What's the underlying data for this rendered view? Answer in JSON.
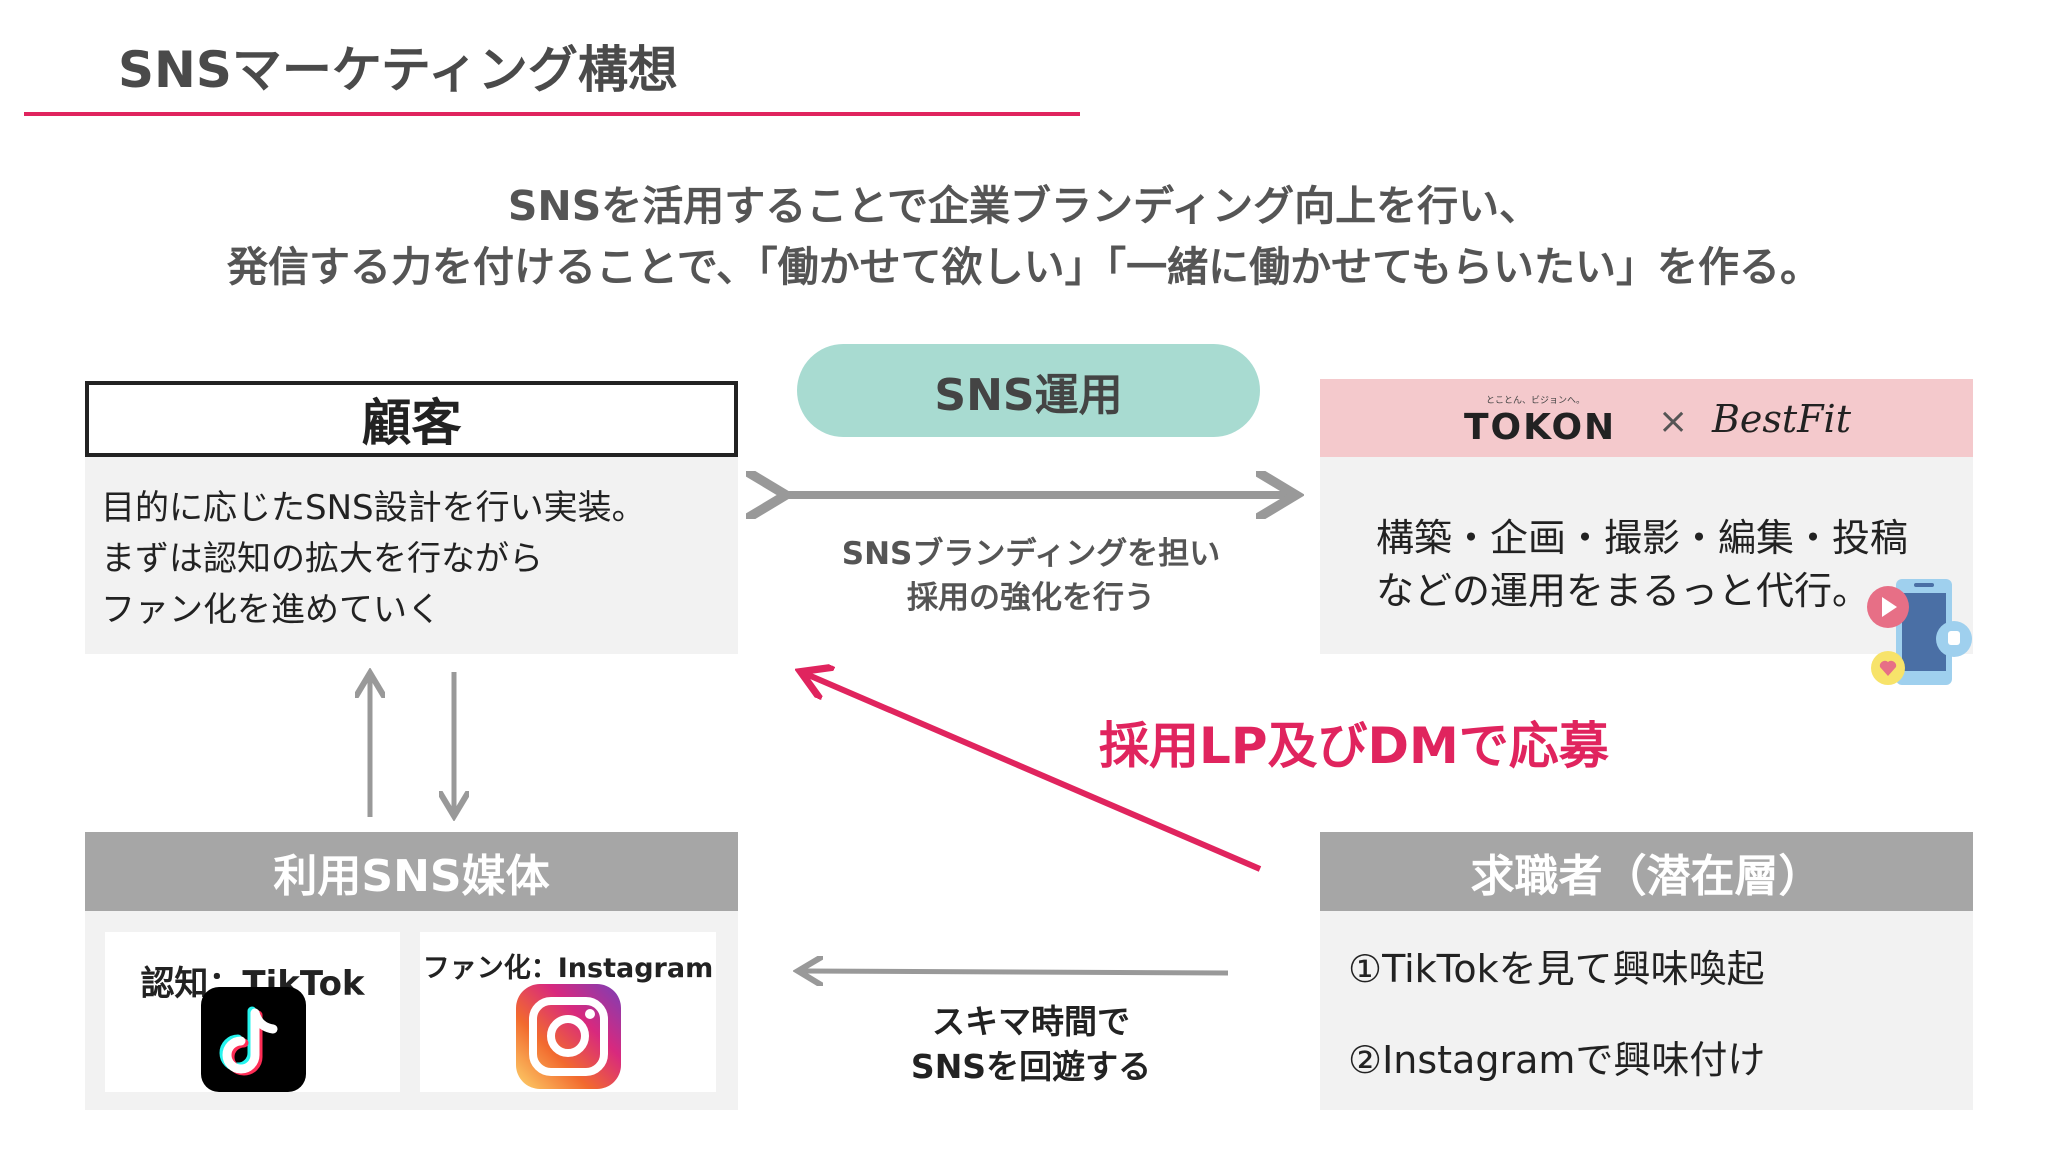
{
  "title": "SNSマーケティング構想",
  "subtitle": [
    "SNSを活用することで企業ブランディング向上を行い、",
    "発信する力を付けることで、「働かせて欲しい」「一緒に働かせてもらいたい」を作る。"
  ],
  "customer": {
    "heading": "顧客",
    "lines": [
      "目的に応じたSNS設計を行い実装。",
      "まずは認知の拡大を行ながら",
      "ファン化を進めていく"
    ]
  },
  "sns_ops": {
    "label": "SNS運用",
    "caption": [
      "SNSブランディングを担い",
      "採用の強化を行う"
    ]
  },
  "partner": {
    "logo_tagline": "とことん、ビジョンへ。",
    "logo_left": "TOKON",
    "times": "×",
    "logo_right": "BestFit",
    "lines": [
      "構築・企画・撮影・編集・投稿",
      "などの運用をまるっと代行。"
    ]
  },
  "apply_label": "採用LP及びDMで応募",
  "media": {
    "heading": "利用SNS媒体",
    "cards": [
      {
        "label": "認知：TikTok",
        "icon": "tiktok-icon"
      },
      {
        "label": "ファン化：Instagram",
        "icon": "instagram-icon"
      }
    ]
  },
  "scroll_caption": [
    "スキマ時間で",
    "SNSを回遊する"
  ],
  "seekers": {
    "heading": "求職者（潜在層）",
    "lines": [
      "①TikTokを見て興味喚起",
      "②Instagramで興味付け"
    ]
  },
  "colors": {
    "accent": "#e0245e",
    "teal": "#a8dbd1",
    "pink": "#f4c9cc",
    "gray": "#a6a6a6",
    "panel": "#f2f2f2"
  }
}
